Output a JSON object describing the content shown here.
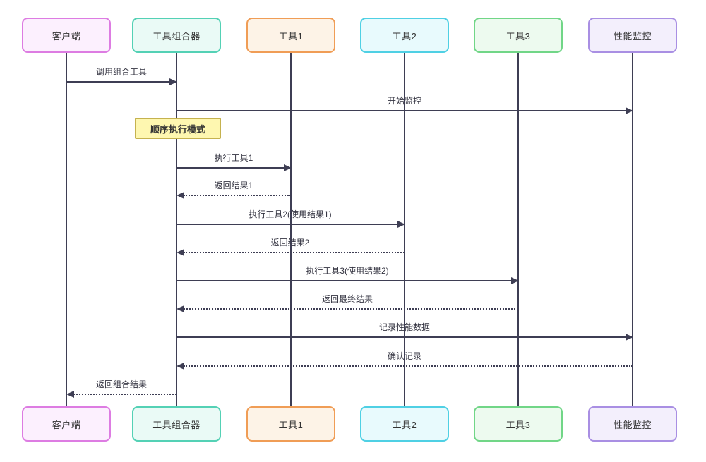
{
  "diagram_type": "sequence-diagram",
  "participants": [
    {
      "id": "client",
      "label": "客户端",
      "border_color": "#dd7ce2",
      "fill_color": "#fcf0fe"
    },
    {
      "id": "composer",
      "label": "工具组合器",
      "border_color": "#54d1b5",
      "fill_color": "#eafaf6"
    },
    {
      "id": "tool1",
      "label": "工具1",
      "border_color": "#f09d56",
      "fill_color": "#fdf3e7"
    },
    {
      "id": "tool2",
      "label": "工具2",
      "border_color": "#4fd0e4",
      "fill_color": "#e8fafd"
    },
    {
      "id": "tool3",
      "label": "工具3",
      "border_color": "#71d687",
      "fill_color": "#edfaef"
    },
    {
      "id": "monitor",
      "label": "性能监控",
      "border_color": "#a98fe3",
      "fill_color": "#f3effc"
    }
  ],
  "note": {
    "label": "顺序执行模式",
    "fill_color": "#fef7b0",
    "border_color": "#c5b24f"
  },
  "messages": [
    {
      "from": "客户端",
      "to": "工具组合器",
      "label": "调用组合工具",
      "line": "solid"
    },
    {
      "from": "工具组合器",
      "to": "性能监控",
      "label": "开始监控",
      "line": "solid"
    },
    {
      "from": "工具组合器",
      "to": "工具1",
      "label": "执行工具1",
      "line": "solid"
    },
    {
      "from": "工具1",
      "to": "工具组合器",
      "label": "返回结果1",
      "line": "dashed"
    },
    {
      "from": "工具组合器",
      "to": "工具2",
      "label": "执行工具2(使用结果1)",
      "line": "solid"
    },
    {
      "from": "工具2",
      "to": "工具组合器",
      "label": "返回结果2",
      "line": "dashed"
    },
    {
      "from": "工具组合器",
      "to": "工具3",
      "label": "执行工具3(使用结果2)",
      "line": "solid"
    },
    {
      "from": "工具3",
      "to": "工具组合器",
      "label": "返回最终结果",
      "line": "dashed"
    },
    {
      "from": "工具组合器",
      "to": "性能监控",
      "label": "记录性能数据",
      "line": "solid"
    },
    {
      "from": "性能监控",
      "to": "工具组合器",
      "label": "确认记录",
      "line": "dashed"
    },
    {
      "from": "工具组合器",
      "to": "客户端",
      "label": "返回组合结果",
      "line": "dashed"
    }
  ],
  "colors": {
    "line": "#3e3e54",
    "text": "#333340",
    "background": "#ffffff"
  }
}
